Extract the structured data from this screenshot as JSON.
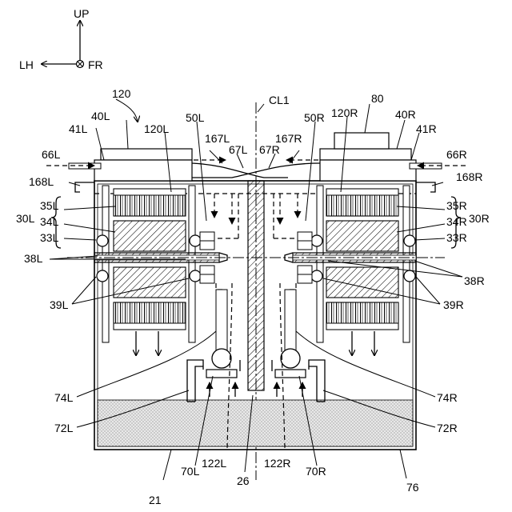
{
  "directions": {
    "up": "UP",
    "left": "LH",
    "front": "FR"
  },
  "labels": {
    "l120": "120",
    "l80": "80",
    "lCL1": "CL1",
    "l40L": "40L",
    "l41L": "41L",
    "l120L": "120L",
    "l50L": "50L",
    "l167L": "167L",
    "l67L": "67L",
    "l67R": "67R",
    "l167R": "167R",
    "l50R": "50R",
    "l120R": "120R",
    "l40R": "40R",
    "l41R": "41R",
    "l66L": "66L",
    "l66R": "66R",
    "l168L": "168L",
    "l168R": "168R",
    "l30L": "30L",
    "l35L": "35L",
    "l34L": "34L",
    "l33L": "33L",
    "l30R": "30R",
    "l35R": "35R",
    "l34R": "34R",
    "l33R": "33R",
    "l38L": "38L",
    "l39L": "39L",
    "l38R": "38R",
    "l39R": "39R",
    "l74L": "74L",
    "l72L": "72L",
    "l74R": "74R",
    "l72R": "72R",
    "l70L": "70L",
    "l122L": "122L",
    "l26": "26",
    "l122R": "122R",
    "l70R": "70R",
    "l21": "21",
    "l76": "76"
  }
}
